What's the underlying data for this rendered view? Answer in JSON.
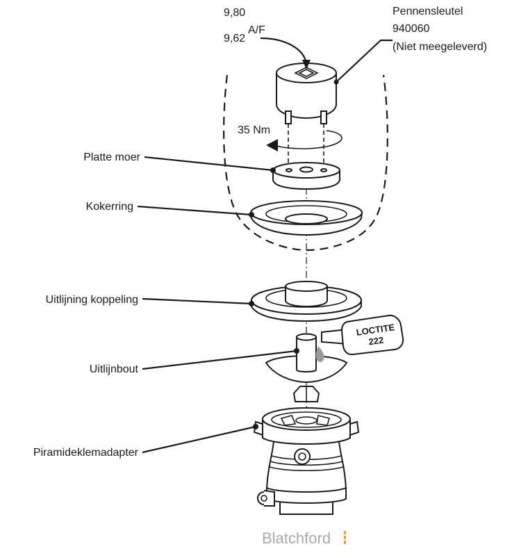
{
  "dimension": {
    "max": "9,80",
    "min": "9,62",
    "unit": "A/F"
  },
  "tool": {
    "name": "Pennensleutel",
    "number": "940060",
    "note": "(Niet meegeleverd)"
  },
  "torque": "35 Nm",
  "labels": {
    "platte_moer": "Platte moer",
    "kokerring": "Kokerring",
    "uitlijning_koppeling": "Uitlijning koppeling",
    "uitlijnbout": "Uitlijnbout",
    "piramideklemadapter": "Piramideklemadapter"
  },
  "loctite": {
    "brand": "LOCTITE",
    "number": "222"
  },
  "brand": "Blatchford"
}
